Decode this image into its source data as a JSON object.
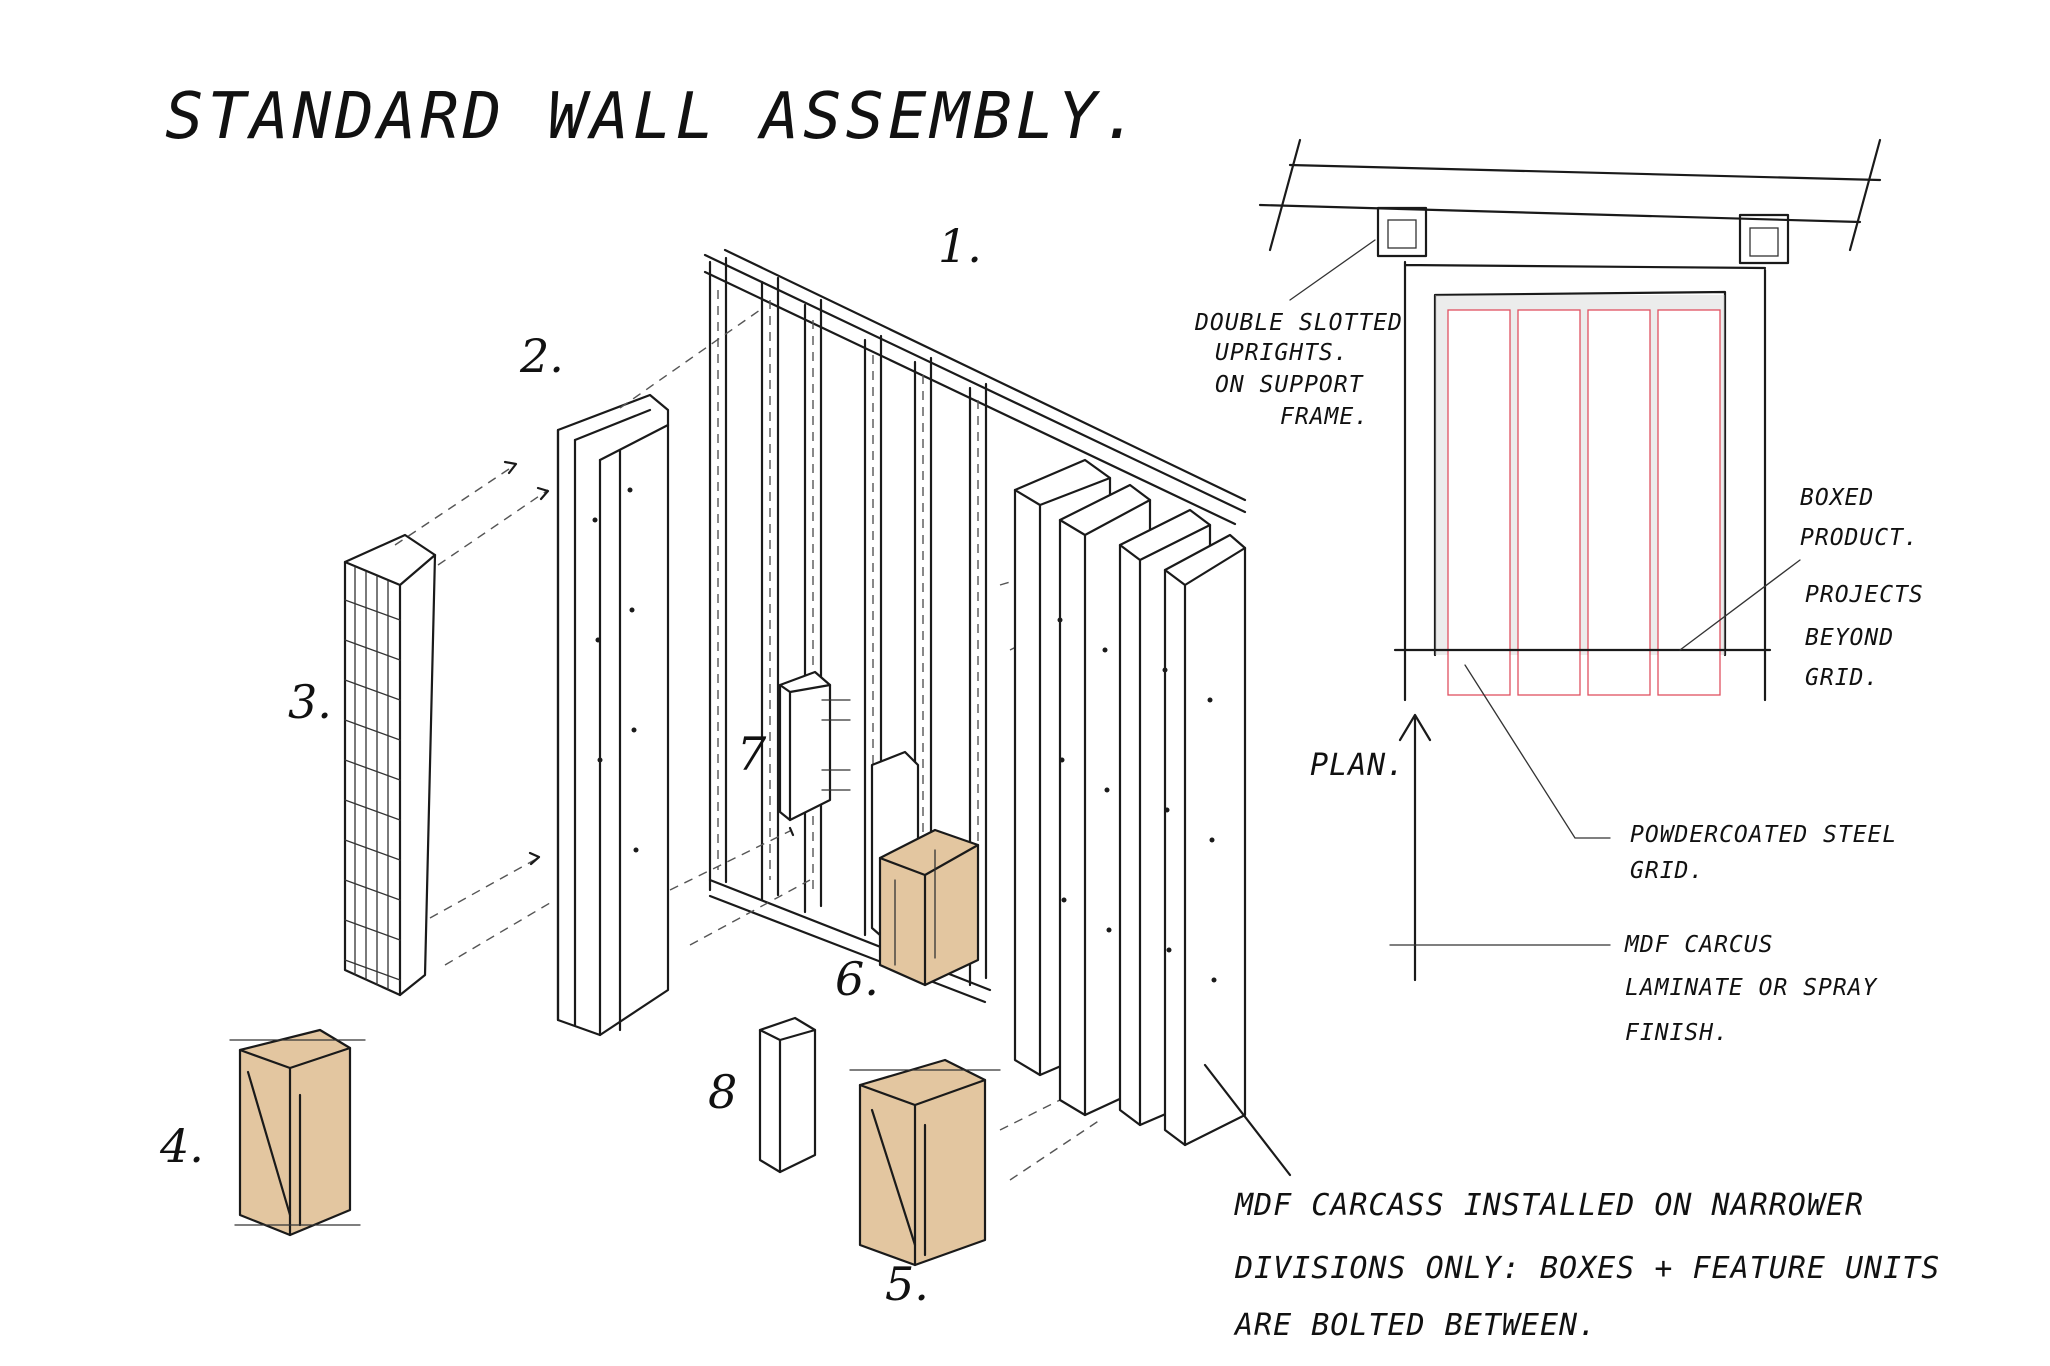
{
  "title": "STANDARD WALL ASSEMBLY.",
  "colors": {
    "ink": "#1a1a1a",
    "wood": "#e3c6a0",
    "grid_red": "#e05060",
    "panel_gray": "#c9c9c9"
  },
  "callouts": [
    "1.",
    "2.",
    "3.",
    "4.",
    "5.",
    "6.",
    "7",
    "8"
  ],
  "plan": {
    "label": "PLAN.",
    "note_uprights": [
      "DOUBLE SLOTTED",
      "UPRIGHTS.",
      "ON SUPPORT",
      "FRAME."
    ],
    "note_boxed": [
      "BOXED",
      "PRODUCT.",
      "PROJECTS",
      "BEYOND",
      "GRID."
    ],
    "note_grid": [
      "POWDERCOATED STEEL",
      "GRID."
    ],
    "note_carcass": [
      "MDF CARCUS",
      "LAMINATE OR SPRAY",
      "FINISH."
    ]
  },
  "main_note": [
    "MDF CARCASS INSTALLED ON NARROWER",
    "DIVISIONS ONLY: BOXES + FEATURE UNITS",
    "ARE BOLTED BETWEEN."
  ]
}
